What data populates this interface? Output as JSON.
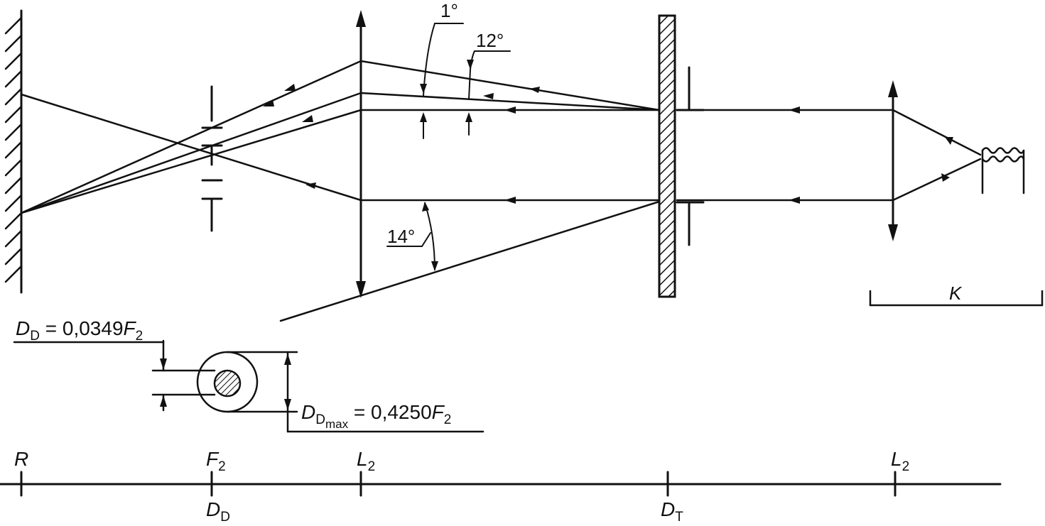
{
  "angles": {
    "a1": "1°",
    "a12": "12°",
    "a14": "14°"
  },
  "formula_dd": {
    "sym": "D",
    "sub": "D",
    "rhs": " = 0,0349",
    "f": "F",
    "fsub": "2"
  },
  "formula_ddmax": {
    "sym": "D",
    "sub": "D",
    "subsub": "max",
    "rhs": " = 0,4250",
    "f": "F",
    "fsub": "2"
  },
  "k_label": "K",
  "axis": {
    "top": [
      {
        "main": "R",
        "sub": ""
      },
      {
        "main": "F",
        "sub": "2"
      },
      {
        "main": "L",
        "sub": "2"
      },
      {
        "main": "L",
        "sub": "2"
      }
    ],
    "bottom": [
      {
        "main": "D",
        "sub": "D"
      },
      {
        "main": "D",
        "sub": "T"
      }
    ]
  },
  "colors": {
    "ink": "#111111",
    "paper": "#ffffff"
  }
}
